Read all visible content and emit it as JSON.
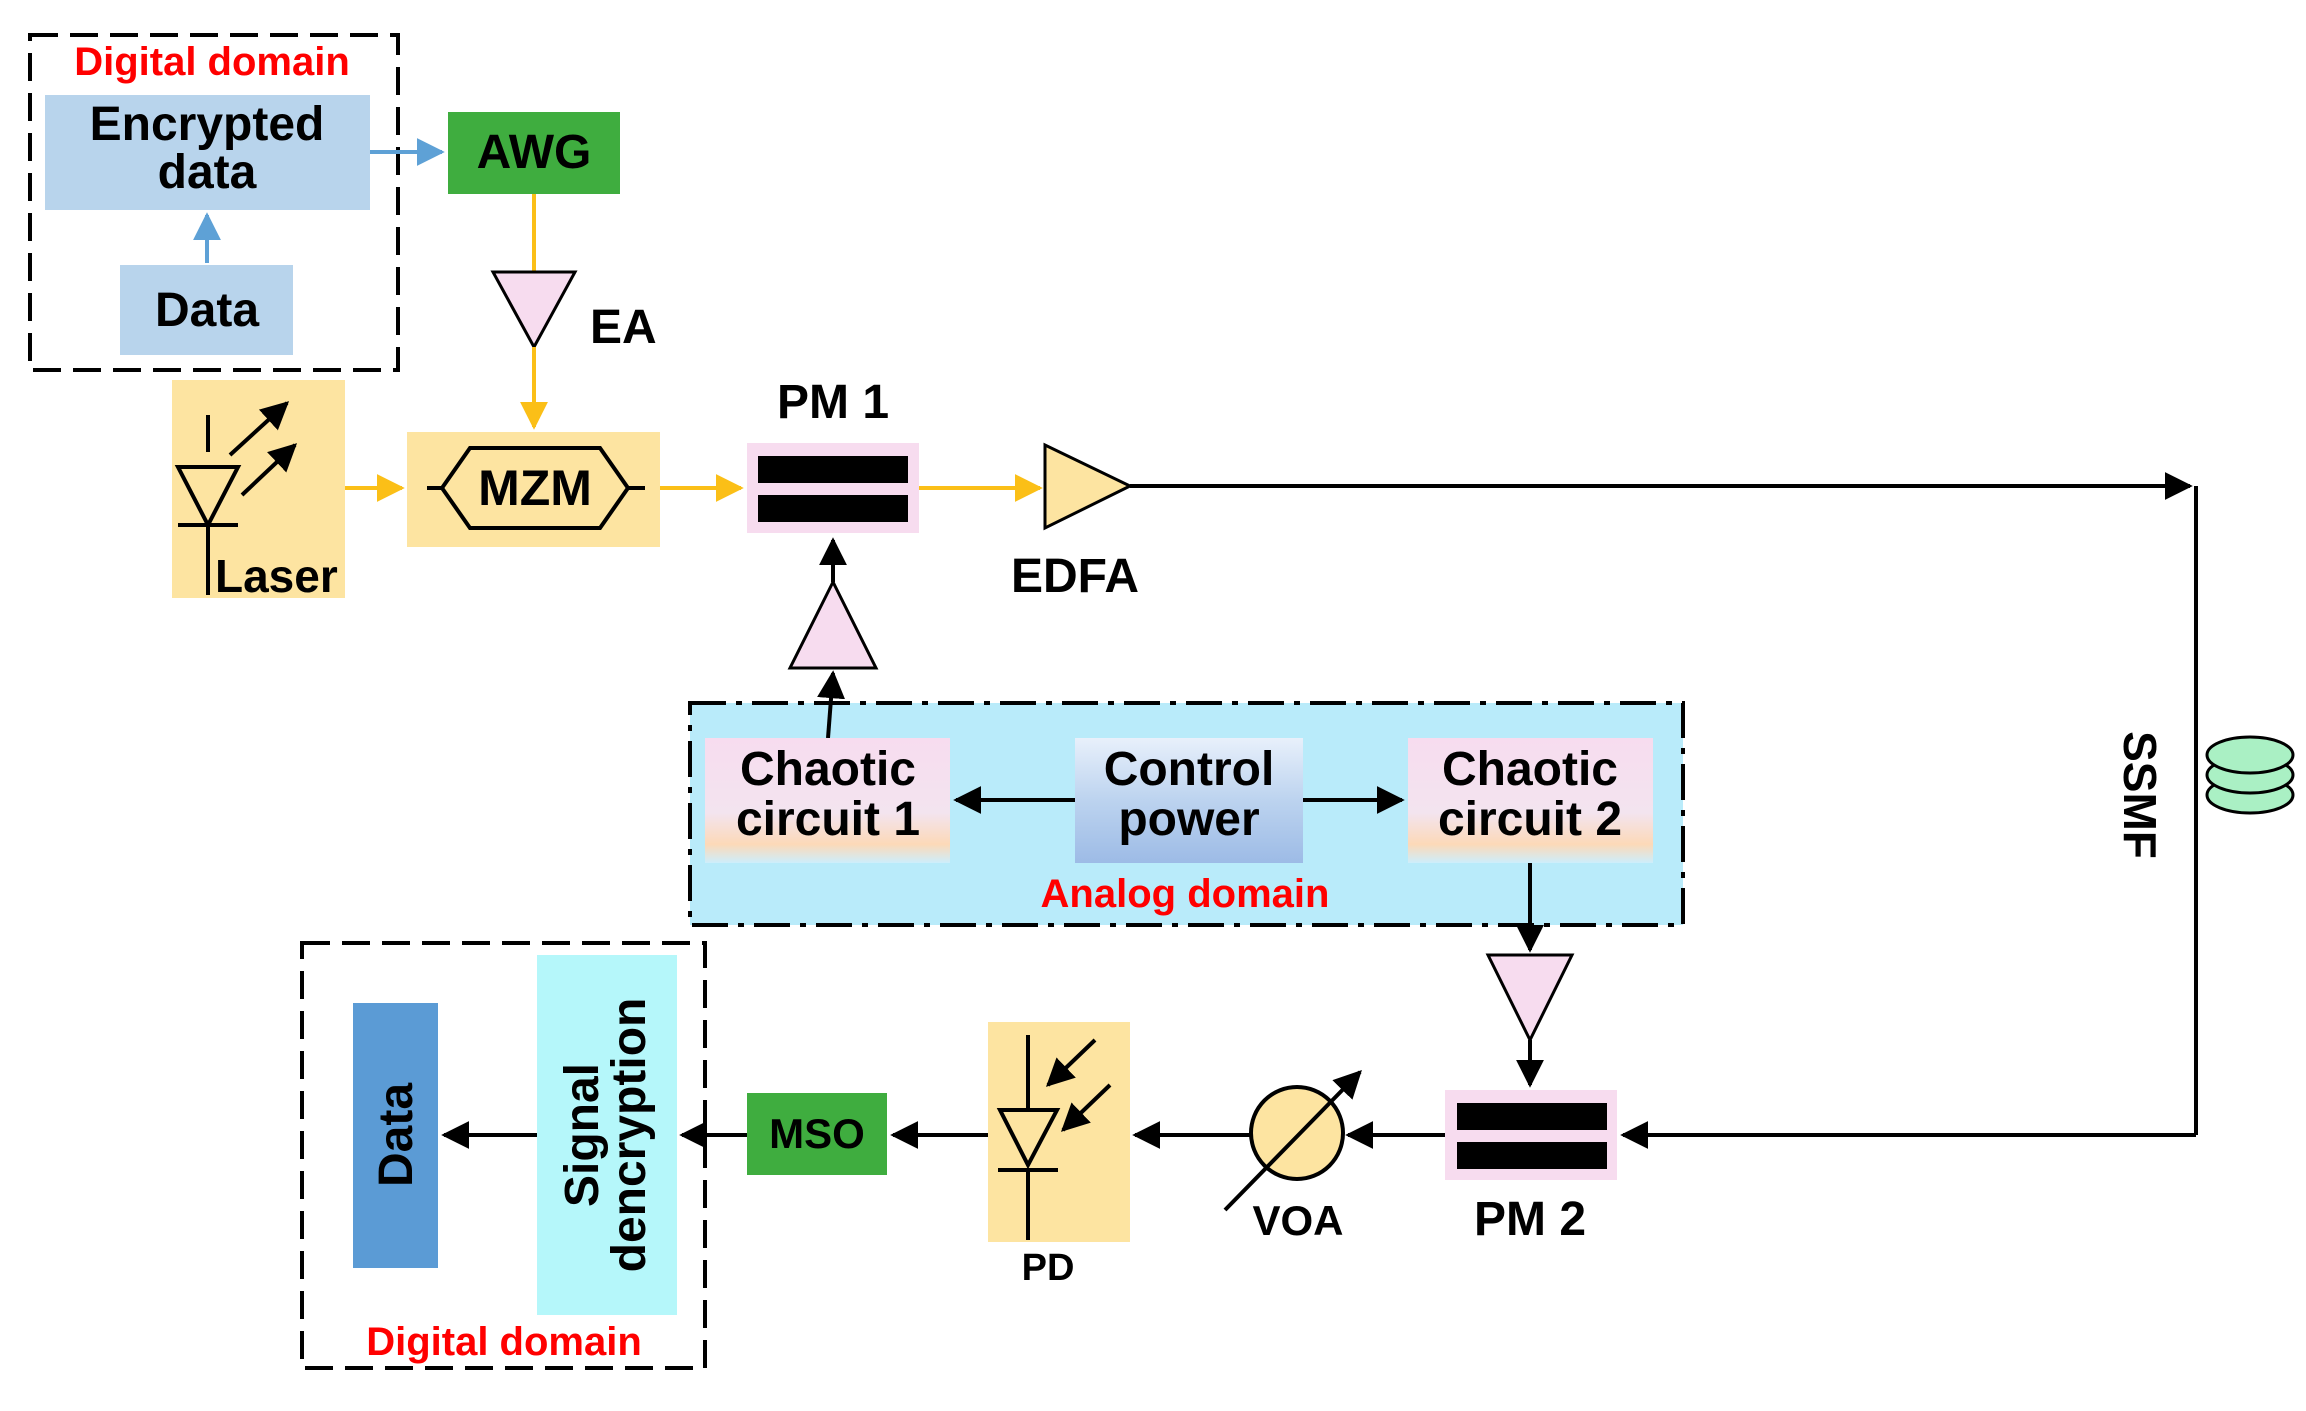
{
  "domains": {
    "digital_top": "Digital domain",
    "analog": "Analog domain",
    "digital_bottom": "Digital domain"
  },
  "blocks": {
    "encrypted_data_line1": "Encrypted",
    "encrypted_data_line2": "data",
    "data_top": "Data",
    "awg": "AWG",
    "ea": "EA",
    "laser": "Laser",
    "mzm": "MZM",
    "pm1": "PM 1",
    "edfa": "EDFA",
    "chaotic1_line1": "Chaotic",
    "chaotic1_line2": "circuit 1",
    "control_line1": "Control",
    "control_line2": "power",
    "chaotic2_line1": "Chaotic",
    "chaotic2_line2": "circuit 2",
    "ssmf": "SSMF",
    "pm2": "PM 2",
    "voa": "VOA",
    "pd": "PD",
    "mso": "MSO",
    "decrypt_line1": "Signal",
    "decrypt_line2": "dencryption",
    "data_bottom": "Data"
  },
  "colors": {
    "domain_label": "#ff0000",
    "light_blue_box": "#b8d4ec",
    "green_box": "#3fad3f",
    "orange_box": "#fde4a1",
    "pink_box": "#f7dcef",
    "analog_bg": "#b9ebfa",
    "optical_line": "#fbbf17",
    "digital_arrow": "#5ea1d6",
    "cyan_box": "#b5f7fa",
    "data_bottom_box": "#5b9bd5"
  }
}
